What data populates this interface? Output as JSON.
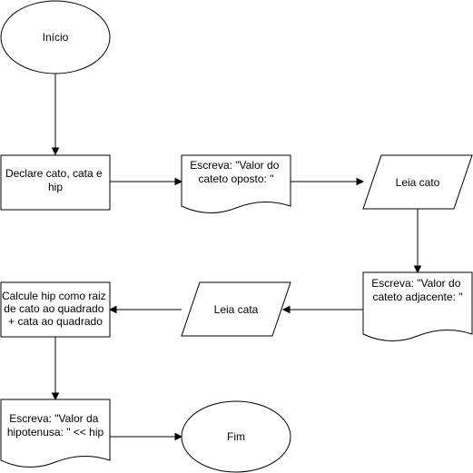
{
  "nodes": {
    "inicio": {
      "lines": [
        "Início"
      ]
    },
    "declare": {
      "lines": [
        "Declare cato, cata e",
        "hip"
      ]
    },
    "escreva_oposto": {
      "lines": [
        "Escreva: \"Valor do",
        "cateto oposto: \""
      ]
    },
    "leia_cato": {
      "lines": [
        "Leia cato"
      ]
    },
    "escreva_adjacente": {
      "lines": [
        "Escreva: \"Valor do",
        "cateto adjacente: \""
      ]
    },
    "leia_cata": {
      "lines": [
        "Leia cata"
      ]
    },
    "calcule": {
      "lines": [
        "Calcule hip como raiz",
        "de cato ao quadrado",
        "+ cata ao quadrado"
      ]
    },
    "escreva_hip": {
      "lines": [
        "Escreva: \"Valor da",
        "hipotenusa: \" << hip"
      ]
    },
    "fim": {
      "lines": [
        "Fim"
      ]
    }
  }
}
